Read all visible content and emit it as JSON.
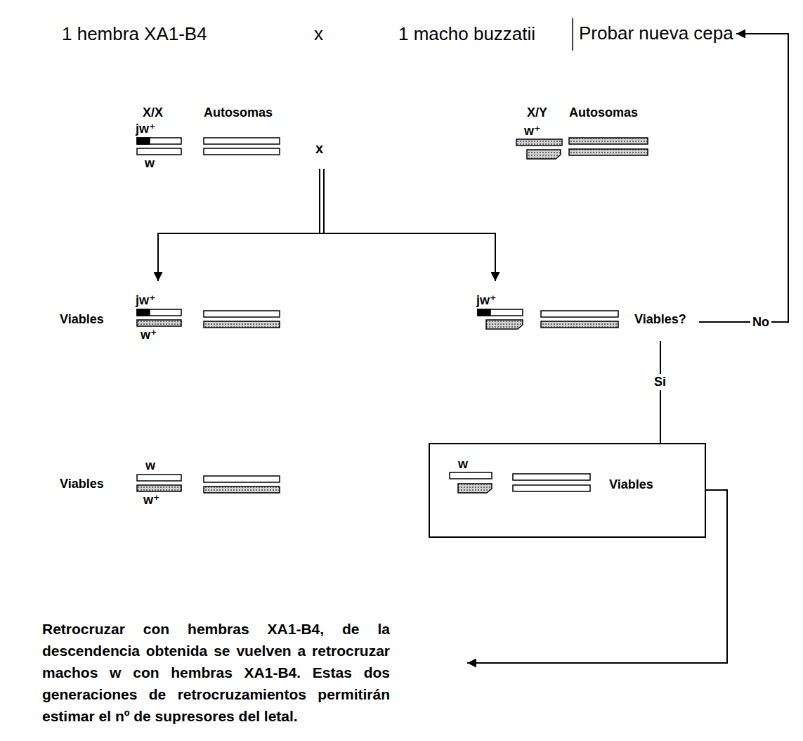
{
  "diagram": {
    "nodes": [
      {
        "text": [
          "Probar nueva cepa"
        ]
      },
      {
        "text": [
          "X/X",
          "Autosomas",
          "X/Y",
          "Autosomas"
        ]
      },
      {
        "text": [
          "Viables"
        ]
      },
      {
        "text": [
          "Viables?"
        ]
      },
      {
        "text": [
          "Viables"
        ]
      },
      {
        "text": [
          "Viables"
        ]
      },
      {
        "text": [
          "Retrocruzar con hembras XA1-B4, de la descendencia obtenida se vuelven a retrocruzar machos w con hembras XA1-B4. Estas dos generaciones de retrocruzamientos permitirán estimar el nº de supresores del letal."
        ]
      }
    ],
    "edges": [
      {
        "from": 1,
        "to": 2,
        "arrow": "to"
      },
      {
        "from": 1,
        "to": 3,
        "arrow": "to"
      },
      {
        "from": 3,
        "to": 0,
        "label": "No",
        "arrow": "to"
      },
      {
        "from": 3,
        "to": 5,
        "label": "Si",
        "arrow": "none"
      },
      {
        "from": 5,
        "to": 6,
        "arrow": "to"
      }
    ],
    "labels": [
      "1 hembra XA1-B4",
      "x",
      "1 macho buzzatii",
      "x",
      "jw⁺",
      "w",
      "w⁺",
      "jw⁺",
      "w⁺",
      "jw⁺",
      "w",
      "w⁺",
      "w"
    ]
  }
}
